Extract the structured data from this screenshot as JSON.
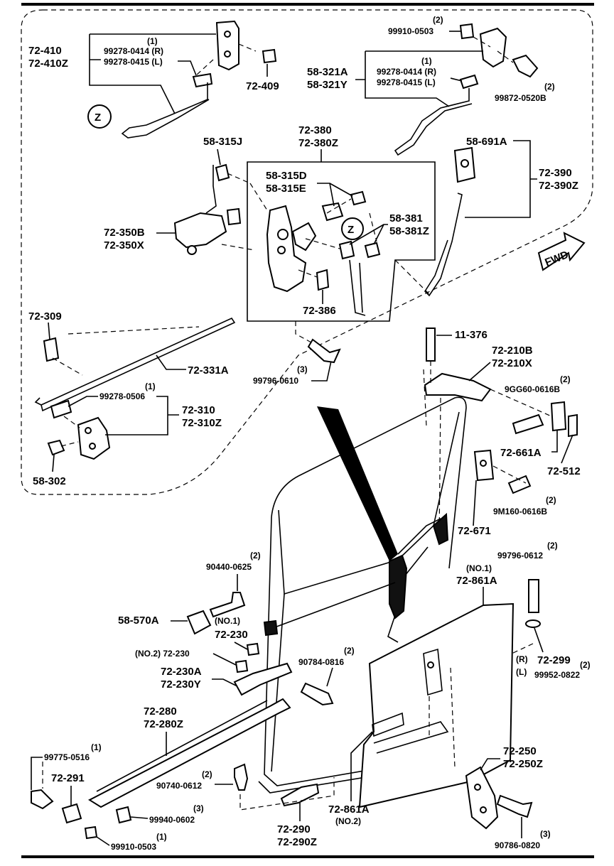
{
  "diagram": {
    "labels": {
      "l72410": "72-410",
      "l72410z": "72-410Z",
      "q1a": "(1)",
      "p0414a": "99278-0414 (R)",
      "p0415a": "99278-0415 (L)",
      "l72409": "72-409",
      "z1": "Z",
      "q2a": "(2)",
      "p99910a": "99910-0503",
      "l58321a": "58-321A",
      "l58321y": "58-321Y",
      "q1b": "(1)",
      "p0414b": "99278-0414 (R)",
      "p0415b": "99278-0415 (L)",
      "q2b": "(2)",
      "p99872": "99872-0520B",
      "l58315j": "58-315J",
      "l72380": "72-380",
      "l72380z": "72-380Z",
      "l58691a": "58-691A",
      "l72390": "72-390",
      "l72390z": "72-390Z",
      "l58315d": "58-315D",
      "l58315e": "58-315E",
      "z2": "Z",
      "l58381": "58-381",
      "l58381z": "58-381Z",
      "l72350b": "72-350B",
      "l72350x": "72-350X",
      "fwd": "FWD",
      "l72386": "72-386",
      "l72309": "72-309",
      "l72331a": "72-331A",
      "q3a": "(3)",
      "p99796a": "99796-0610",
      "q1c": "(1)",
      "p0506": "99278-0506",
      "l72310": "72-310",
      "l72310z": "72-310Z",
      "l58302": "58-302",
      "l11376": "11-376",
      "l72210b": "72-210B",
      "l72210x": "72-210X",
      "q2c": "(2)",
      "p9gg60": "9GG60-0616B",
      "l72661a": "72-661A",
      "l72512": "72-512",
      "q2d": "(2)",
      "p9m160": "9M160-0616B",
      "l72671": "72-671",
      "q2e": "(2)",
      "p90440": "90440-0625",
      "q2f": "(2)",
      "p99796b": "99796-0612",
      "no1a": "(NO.1)",
      "l72861a": "72-861A",
      "l58570a": "58-570A",
      "no1b": "(NO.1)",
      "l72230": "72-230",
      "no2a": "(NO.2) 72-230",
      "q2g": "(2)",
      "p90784": "90784-0816",
      "rl": "(R)",
      "rl2": "(L)",
      "l72299": "72-299",
      "q2h": "(2)",
      "p99952": "99952-0822",
      "l72230a": "72-230A",
      "l72230y": "72-230Y",
      "l72280": "72-280",
      "l72280z": "72-280Z",
      "q1d": "(1)",
      "p99775": "99775-0516",
      "l72291": "72-291",
      "q2i": "(2)",
      "p90740": "90740-0612",
      "l72250": "72-250",
      "l72250z": "72-250Z",
      "q3b": "(3)",
      "p99940": "99940-0602",
      "l72861a2": "72-861A",
      "no2b": "(NO.2)",
      "q1e": "(1)",
      "p99910b": "99910-0503",
      "l72290": "72-290",
      "l72290z": "72-290Z",
      "q3c": "(3)",
      "p90786": "90786-0820"
    }
  }
}
